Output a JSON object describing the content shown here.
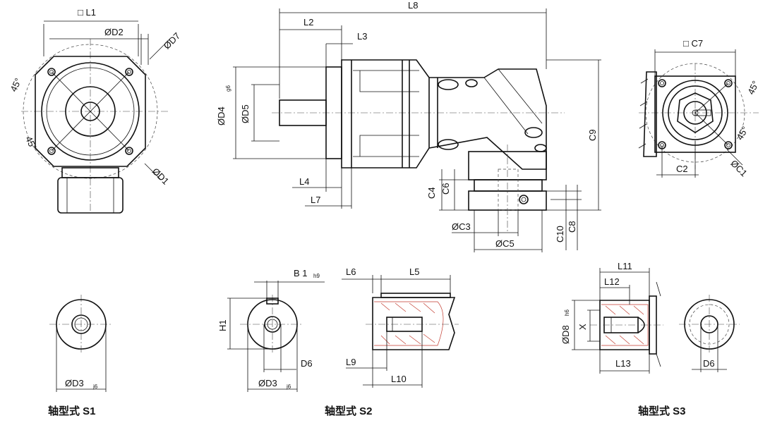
{
  "front_view": {
    "L1": "□ L1",
    "D2": "ØD2",
    "D7": "ØD7",
    "D1": "ØD1",
    "angle_top": "45°",
    "angle_bottom": "45°"
  },
  "side_view": {
    "L8": "L8",
    "L2": "L2",
    "L3": "L3",
    "L4": "L4",
    "L7": "L7",
    "D4": "ØD4",
    "D4_tol": "g6",
    "D5": "ØD5",
    "C9": "C9",
    "C4": "C4",
    "C6": "C6",
    "C3": "ØC3",
    "C5": "ØC5",
    "C10": "C10",
    "C8": "C8"
  },
  "end_view": {
    "C7": "□ C7",
    "C2": "C2",
    "C1": "ØC1",
    "angle_top": "45°",
    "angle_bottom": "45°"
  },
  "shaft_s1": {
    "D3": "ØD3",
    "D3_tol": "j6",
    "caption": "轴型式 S1"
  },
  "shaft_s2": {
    "B1": "B 1",
    "B1_tol": "h9",
    "H1": "H1",
    "D6": "D6",
    "D3": "ØD3",
    "D3_tol": "j6",
    "L6": "L6",
    "L5": "L5",
    "L9": "L9",
    "L10": "L10",
    "caption": "轴型式 S2"
  },
  "shaft_s3": {
    "L11": "L11",
    "L12": "L12",
    "L13": "L13",
    "D8": "ØD8",
    "D8_tol": "h6",
    "X": "X",
    "D6": "D6",
    "caption": "轴型式 S3"
  }
}
